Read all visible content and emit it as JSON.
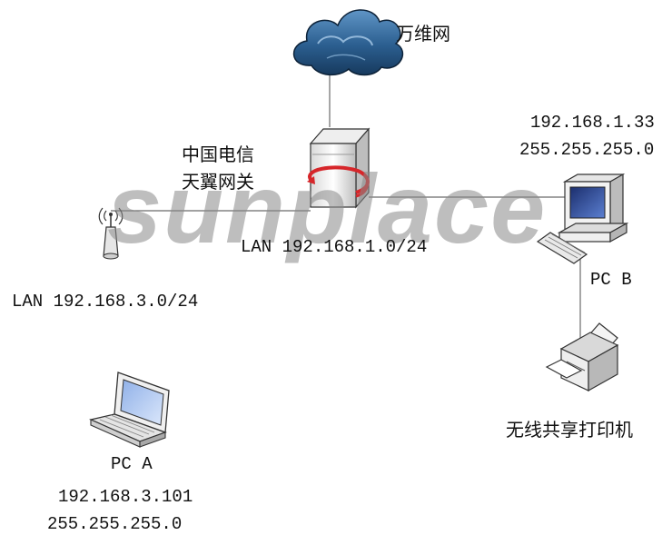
{
  "internet": {
    "label": "万维网"
  },
  "gateway": {
    "line1": "中国电信",
    "line2": "天翼网关",
    "lan": "LAN 192.168.1.0/24"
  },
  "access_point": {
    "lan": "LAN 192.168.3.0/24"
  },
  "pc_b": {
    "ip": "192.168.1.33",
    "mask": "255.255.255.0",
    "name": "PC B"
  },
  "printer": {
    "label": "无线共享打印机"
  },
  "pc_a": {
    "name": "PC A",
    "ip": "192.168.3.101",
    "mask": "255.255.255.0"
  },
  "watermark": {
    "text": "sunplace"
  },
  "colors": {
    "cloud": "#1f4d7a",
    "cloud_light": "#4c86b8",
    "link_line": "#6b6b6b",
    "router_swirl": "#d6262a",
    "watermark": "#8a8a8a"
  }
}
